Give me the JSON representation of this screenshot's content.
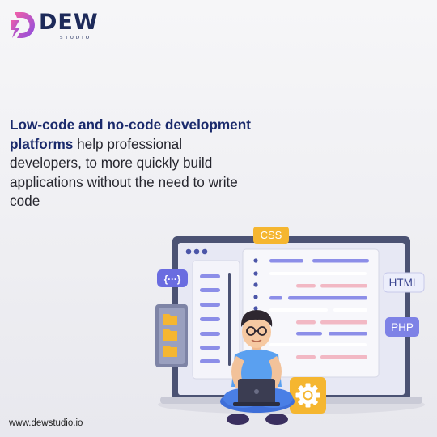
{
  "brand": {
    "name": "DEW",
    "sub": "STUDIO"
  },
  "headline": {
    "emphasis": "Low-code and no-code development platforms",
    "rest": " help professional developers, to more quickly build applications without the need to write code"
  },
  "tags": {
    "css": "CSS",
    "html": "HTML",
    "php": "PHP",
    "braces": "{···}"
  },
  "footer": {
    "url": "www.dewstudio.io"
  },
  "colors": {
    "navy": "#1a2a6c",
    "accent_purple": "#8c8ee8",
    "accent_pink": "#f2b8c4",
    "gold": "#f5b630",
    "laptop": "#4b5273"
  }
}
